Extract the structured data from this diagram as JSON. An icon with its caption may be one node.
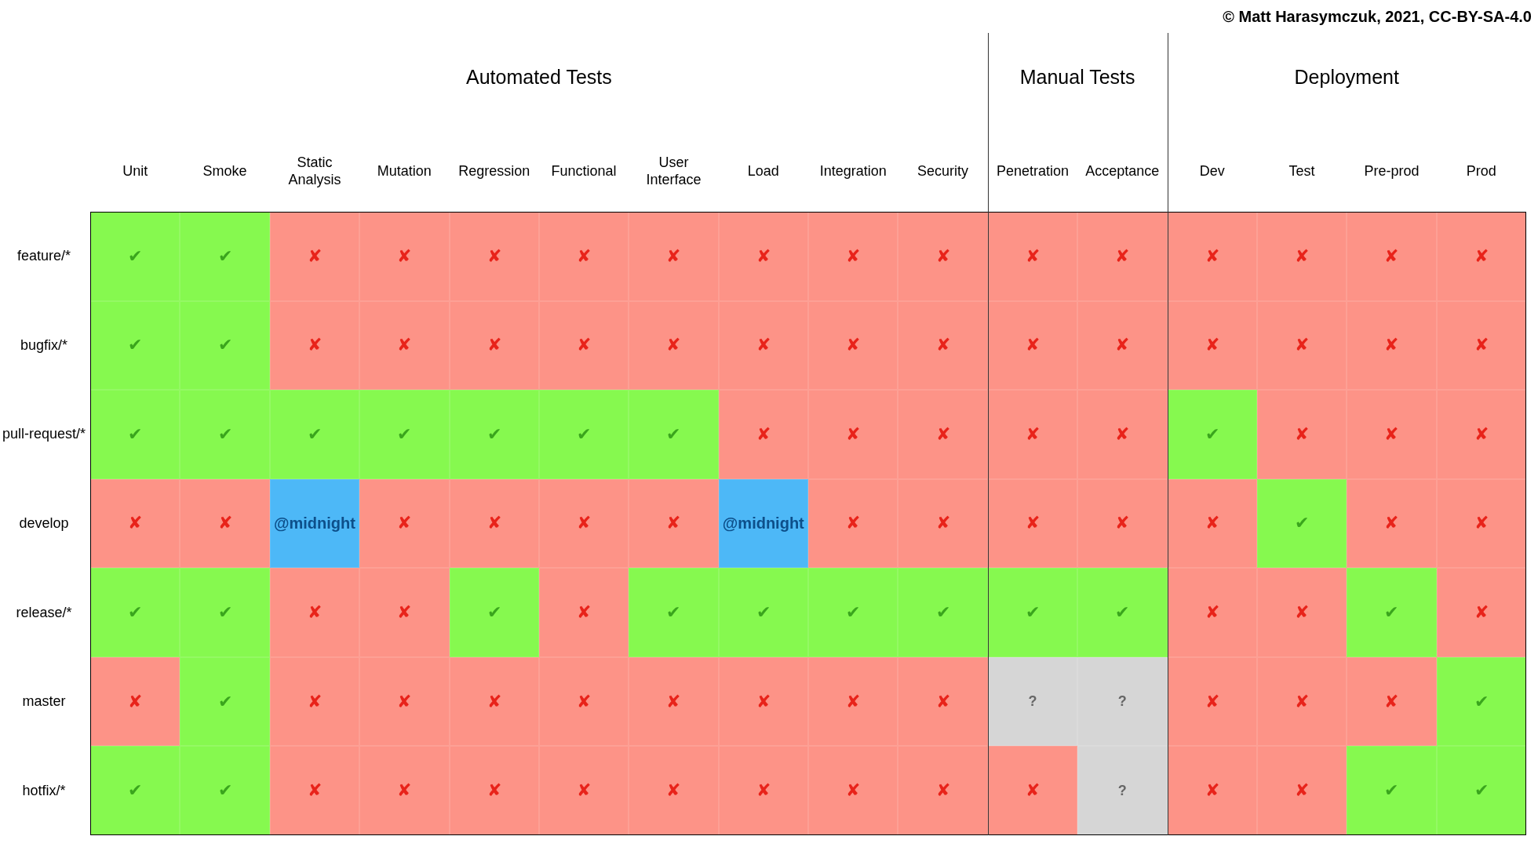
{
  "diagram": {
    "labels": [
      "© Matt Harasymczuk, 2021, CC-BY-SA-4.0",
      "Automated Tests",
      "Manual Tests",
      "Deployment",
      "Unit",
      "Smoke",
      "Static Analysis",
      "Mutation",
      "Regression",
      "Functional",
      "User Interface",
      "Load",
      "Integration",
      "Security",
      "Penetration",
      "Acceptance",
      "Dev",
      "Test",
      "Pre-prod",
      "Prod",
      "feature/*",
      "✔",
      "✔",
      "✘",
      "✘",
      "✘",
      "✘",
      "✘",
      "✘",
      "✘",
      "✘",
      "✘",
      "✘",
      "✘",
      "✘",
      "✘",
      "✘",
      "bugfix/*",
      "✔",
      "✔",
      "✘",
      "✘",
      "✘",
      "✘",
      "✘",
      "✘",
      "✘",
      "✘",
      "✘",
      "✘",
      "✘",
      "✘",
      "✘",
      "✘",
      "pull-request/*",
      "✔",
      "✔",
      "✔",
      "✔",
      "✔",
      "✔",
      "✔",
      "✘",
      "✘",
      "✘",
      "✘",
      "✘",
      "✔",
      "✘",
      "✘",
      "✘",
      "develop",
      "✘",
      "✘",
      "@midnight",
      "✘",
      "✘",
      "✘",
      "✘",
      "@midnight",
      "✘",
      "✘",
      "✘",
      "✘",
      "✘",
      "✔",
      "✘",
      "✘",
      "release/*",
      "✔",
      "✔",
      "✘",
      "✘",
      "✔",
      "✘",
      "✔",
      "✔",
      "✔",
      "✔",
      "✔",
      "✔",
      "✘",
      "✘",
      "✔",
      "✘",
      "master",
      "✘",
      "✔",
      "✘",
      "✘",
      "✘",
      "✘",
      "✘",
      "✘",
      "✘",
      "✘",
      "?",
      "?",
      "✘",
      "✘",
      "✘",
      "✔",
      "hotfix/*",
      "✔",
      "✔",
      "✘",
      "✘",
      "✘",
      "✘",
      "✘",
      "✘",
      "✘",
      "✘",
      "✘",
      "?",
      "✘",
      "✘",
      "✔",
      "✔"
    ]
  }
}
